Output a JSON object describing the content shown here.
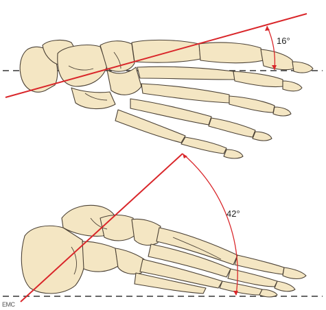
{
  "top_view": {
    "angle_label": "16°"
  },
  "side_view": {
    "angle_label": "42°"
  },
  "watermark": "EMC",
  "colors": {
    "reference_line": "#333333",
    "axis_line": "#d9262a",
    "bone_fill": "#f4e6c3",
    "bone_outline": "#4a4034"
  }
}
